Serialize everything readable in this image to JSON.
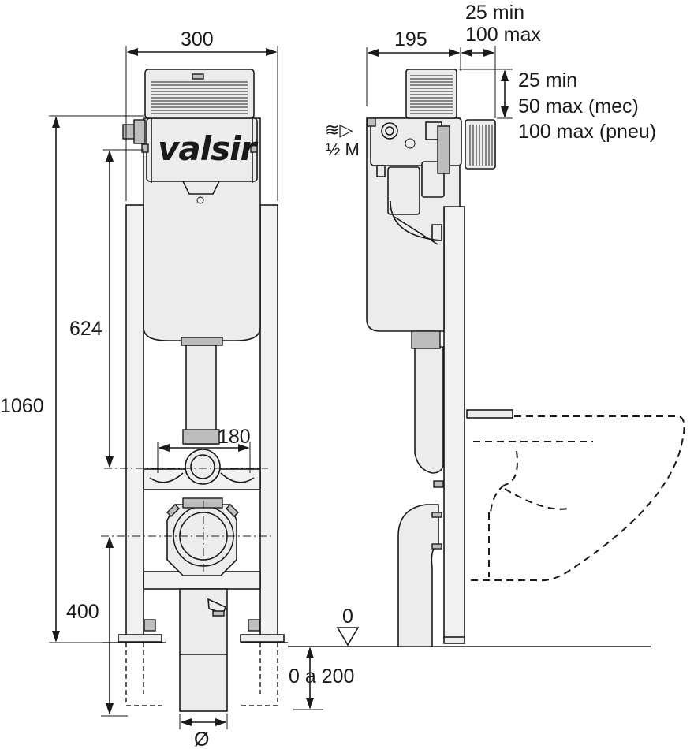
{
  "brand": {
    "logo_text": "valsir"
  },
  "front_view": {
    "width_label": "300",
    "height_label": "1060",
    "cistern_height_label": "624",
    "outlet_height_label": "400",
    "pipe_spacing_label": "180",
    "pipe_diameter_label": "Ø"
  },
  "side_view": {
    "depth_label": "195",
    "plate_gap_min_label": "25 min",
    "plate_gap_max_label": "100 max",
    "button_min_label": "25 min",
    "button_mec_label": "50 max (mec)",
    "button_pneu_label": "100 max (pneu)",
    "water_inlet_symbol": "≋▷",
    "water_inlet_label": "½ M",
    "floor_level_label": "0",
    "floor_range_label": "0 a 200"
  }
}
